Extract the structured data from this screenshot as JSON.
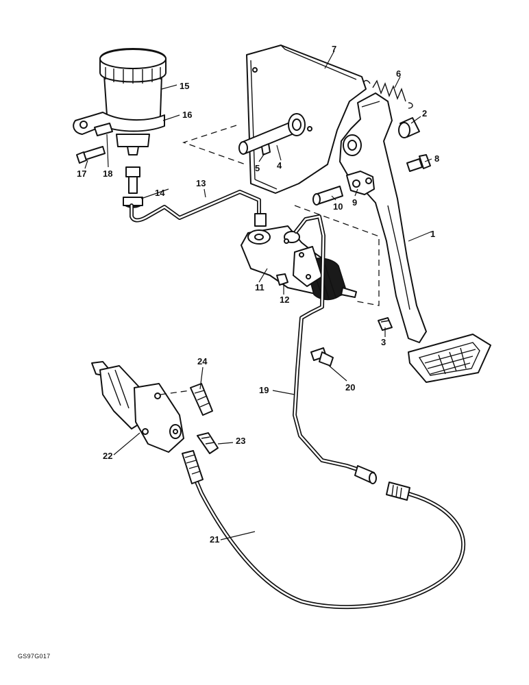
{
  "figure_ref": "GS97G017",
  "callouts": {
    "c1": "1",
    "c2": "2",
    "c3": "3",
    "c4": "4",
    "c5": "5",
    "c6": "6",
    "c7": "7",
    "c8": "8",
    "c9": "9",
    "c10": "10",
    "c11": "11",
    "c12": "12",
    "c13": "13",
    "c14": "14",
    "c15": "15",
    "c16": "16",
    "c17": "17",
    "c18": "18",
    "c19": "19",
    "c20": "20",
    "c21": "21",
    "c22": "22",
    "c23": "23",
    "c24": "24"
  }
}
